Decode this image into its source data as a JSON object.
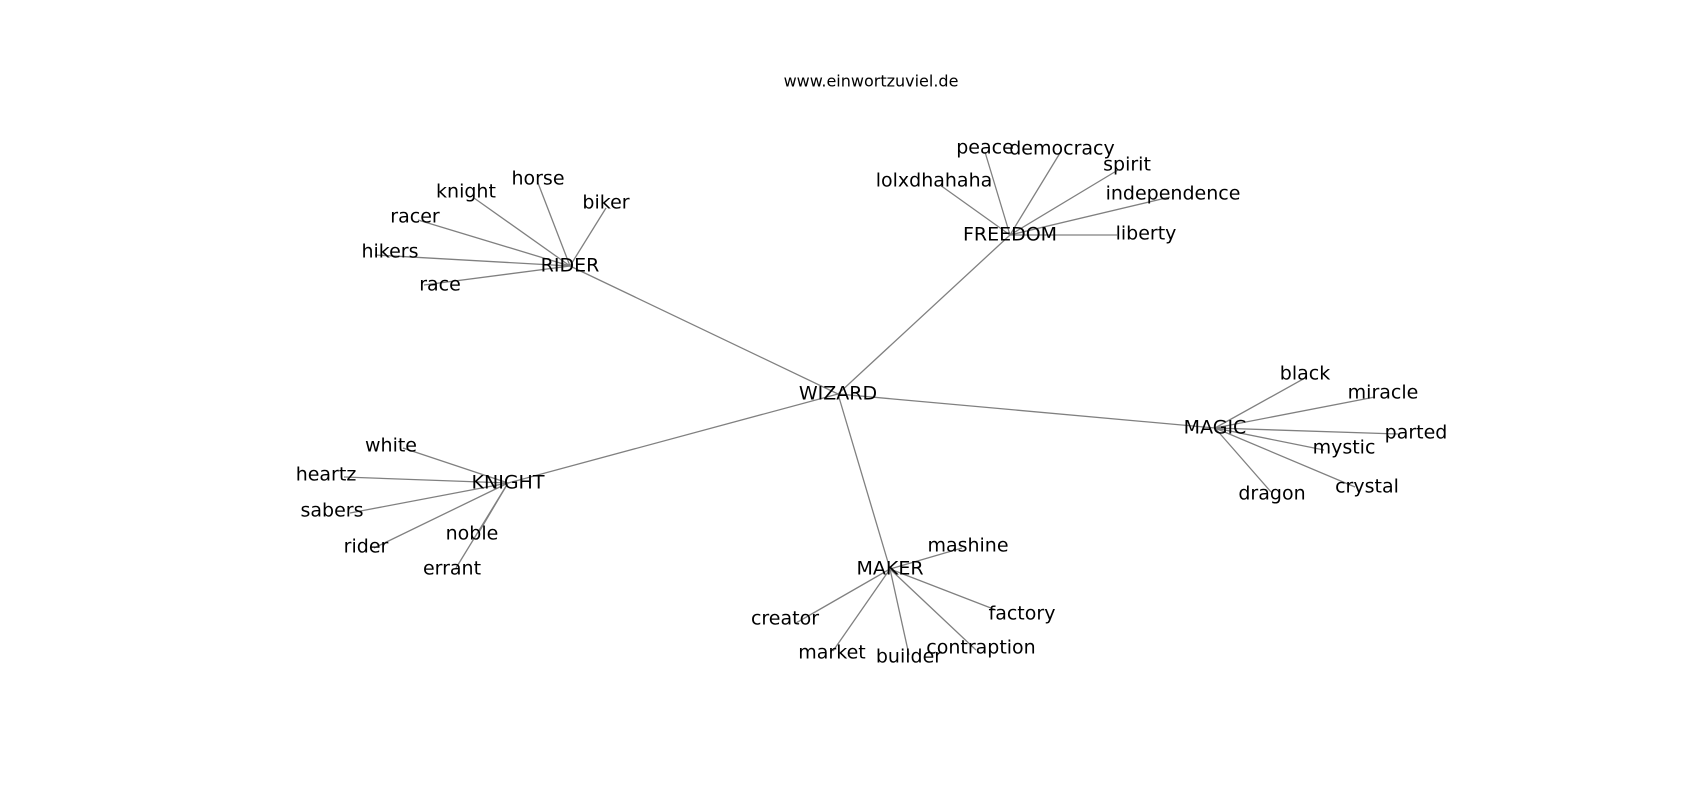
{
  "site_title": "www.einwortzuviel.de",
  "edge_color": "#808080",
  "text_color": "#000000",
  "center": "WIZARD",
  "hubs": [
    {
      "id": "rider",
      "label": "RIDER",
      "leaves": [
        "horse",
        "biker",
        "knight",
        "racer",
        "hikers",
        "race"
      ]
    },
    {
      "id": "freedom",
      "label": "FREEDOM",
      "leaves": [
        "peace",
        "democracy",
        "spirit",
        "lolxdhahaha",
        "independence",
        "liberty"
      ]
    },
    {
      "id": "magic",
      "label": "MAGIC",
      "leaves": [
        "black",
        "miracle",
        "parted",
        "mystic",
        "crystal",
        "dragon"
      ]
    },
    {
      "id": "knight",
      "label": "KNIGHT",
      "leaves": [
        "white",
        "heartz",
        "sabers",
        "rider",
        "noble",
        "errant"
      ]
    },
    {
      "id": "maker",
      "label": "MAKER",
      "leaves": [
        "mashine",
        "factory",
        "contraption",
        "builder",
        "market",
        "creator"
      ]
    }
  ]
}
